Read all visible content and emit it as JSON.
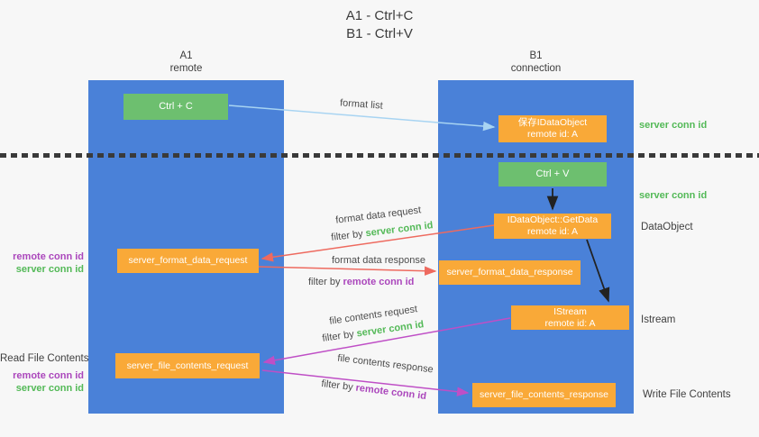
{
  "title": {
    "line1": "A1 - Ctrl+C",
    "line2": "B1 - Ctrl+V"
  },
  "lanes": {
    "a": {
      "name": "A1",
      "subtitle": "remote"
    },
    "b": {
      "name": "B1",
      "subtitle": "connection"
    }
  },
  "nodes": {
    "ctrl_c": {
      "label": "Ctrl + C"
    },
    "save_idataobject": {
      "line1": "保存IDataObject",
      "line2": "remote id: A"
    },
    "ctrl_v": {
      "label": "Ctrl + V"
    },
    "getdata": {
      "line1": "IDataObject::GetData",
      "line2": "remote id: A"
    },
    "format_request": {
      "label": "server_format_data_request"
    },
    "format_response": {
      "label": "server_format_data_response"
    },
    "istream": {
      "line1": "IStream",
      "line2": "remote id: A"
    },
    "file_request": {
      "label": "server_file_contents_request"
    },
    "file_response": {
      "label": "server_file_contents_response"
    }
  },
  "edges": {
    "format_list": {
      "label": "format list"
    },
    "format_request": {
      "label": "format data request",
      "filter_prefix": "filter by ",
      "filter_key": "server conn id"
    },
    "format_response": {
      "label": "format data response",
      "filter_prefix": "filter by ",
      "filter_key": "remote conn id"
    },
    "file_request": {
      "label": "file contents request",
      "filter_prefix": "filter by ",
      "filter_key": "server conn id"
    },
    "file_response": {
      "label": "file contents response",
      "filter_prefix": "filter by ",
      "filter_key": "remote conn id"
    }
  },
  "annotations": {
    "right_server_conn_top": "server conn id",
    "right_server_conn_mid": "server conn id",
    "right_dataobject": "DataObject",
    "right_istream": "Istream",
    "right_write_file": "Write File Contents",
    "left_remote_conn_1": "remote conn id",
    "left_server_conn_1": "server conn id",
    "left_read_file": "Read File Contents",
    "left_remote_conn_2": "remote conn id",
    "left_server_conn_2": "server conn id"
  },
  "colors": {
    "lane_blue": "#4a81d8",
    "node_green": "#6dbf6f",
    "node_orange": "#f9a938",
    "arrow_light_blue": "#a8d4f2",
    "arrow_red": "#ee6a5f",
    "arrow_magenta": "#bf4fc6",
    "arrow_black": "#222222",
    "label_green": "#53b957",
    "label_purple": "#ab47bc",
    "background": "#f7f7f7"
  }
}
